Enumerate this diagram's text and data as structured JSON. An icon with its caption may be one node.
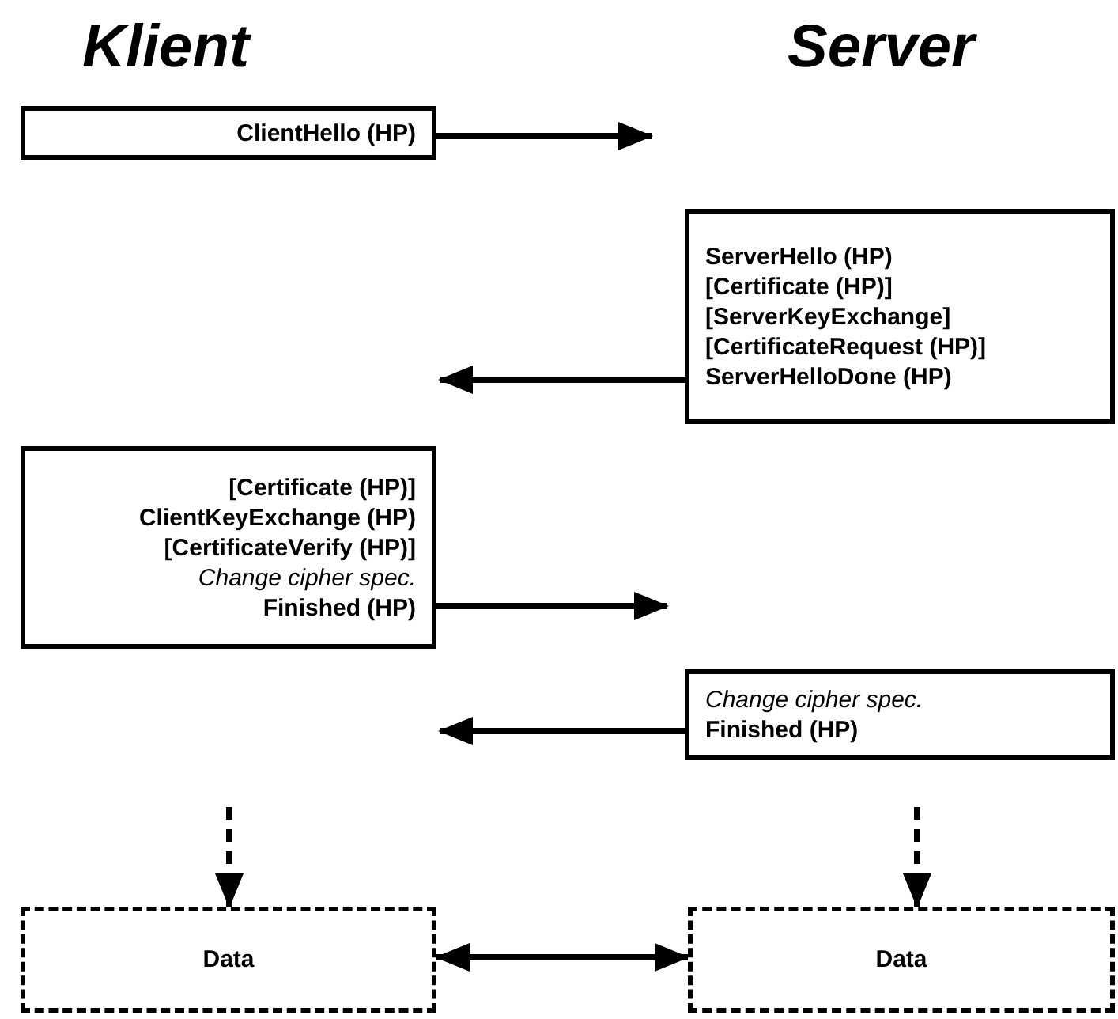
{
  "diagram": {
    "nodes": [
      {
        "text": [
          "ClientHello (HP)"
        ]
      },
      {
        "text": [
          "ServerHello (HP)",
          "[Certificate (HP)]",
          "[ServerKeyExchange]",
          "[CertificateRequest (HP)]",
          "ServerHelloDone (HP)"
        ]
      },
      {
        "text": [
          "[Certificate (HP)]",
          "ClientKeyExchange (HP)",
          "[CertificateVerify (HP)]",
          "Change cipher spec.",
          "Finished (HP)"
        ]
      },
      {
        "text": [
          "Change cipher spec.",
          "Finished (HP)"
        ]
      },
      {
        "text": [
          "Data"
        ]
      },
      {
        "text": [
          "Data"
        ]
      }
    ],
    "edges": [
      {
        "from": 0,
        "to": null,
        "arrow": "to"
      },
      {
        "from": 1,
        "to": null,
        "arrow": "to"
      },
      {
        "from": 2,
        "to": null,
        "arrow": "to"
      },
      {
        "from": 3,
        "to": null,
        "arrow": "to"
      },
      {
        "from": null,
        "to": 4,
        "arrow": "to",
        "style": "dashed"
      },
      {
        "from": null,
        "to": 5,
        "arrow": "to",
        "style": "dashed"
      },
      {
        "from": 4,
        "to": 5,
        "arrow": "both"
      }
    ],
    "labels": [
      "Klient",
      "Server"
    ]
  }
}
